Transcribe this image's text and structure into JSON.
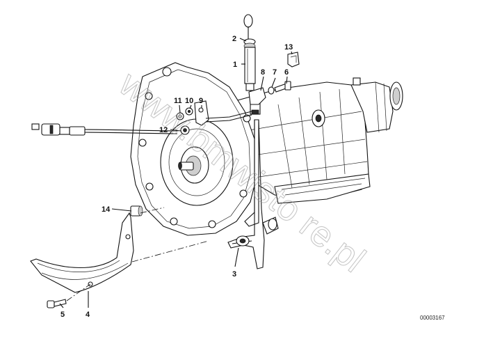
{
  "diagram": {
    "labels": {
      "l1": "1",
      "l2": "2",
      "l3": "3",
      "l4": "4",
      "l5": "5",
      "l6": "6",
      "l7": "7",
      "l8": "8",
      "l9": "9",
      "l10": "10",
      "l11": "11",
      "l12": "12",
      "l13": "13",
      "l14": "14"
    },
    "drawing_number": "00003167",
    "watermark": "www.bmwisto re.pl"
  }
}
